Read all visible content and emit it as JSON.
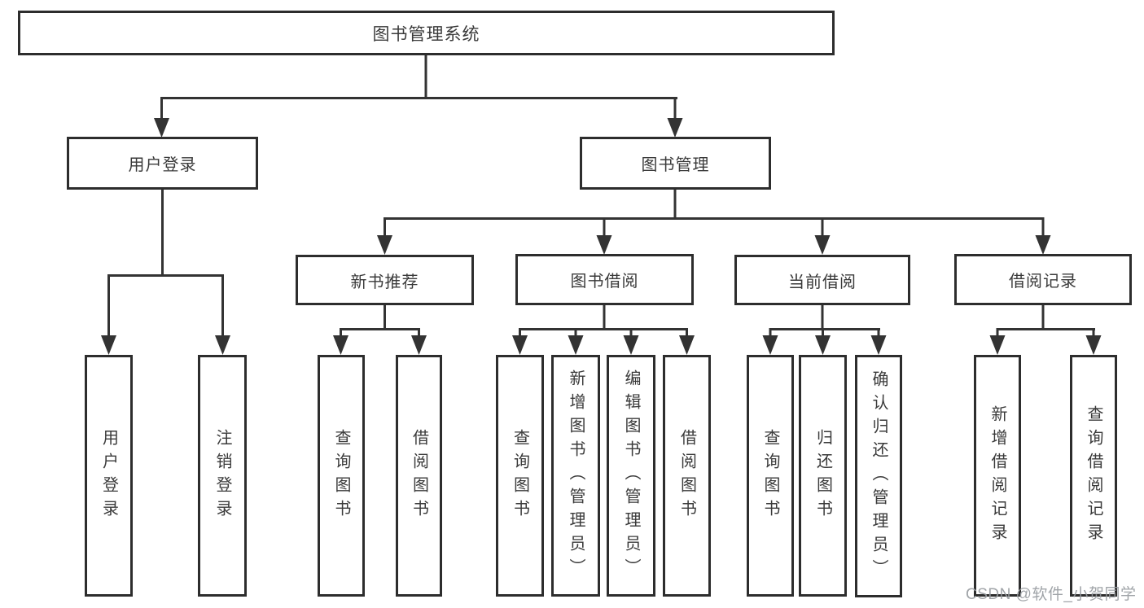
{
  "tree": {
    "root": {
      "label": "图书管理系统"
    },
    "branches": [
      {
        "label": "用户登录",
        "children": [
          {
            "label": "用户登录"
          },
          {
            "label": "注销登录"
          }
        ]
      },
      {
        "label": "图书管理",
        "groups": [
          {
            "label": "新书推荐",
            "children": [
              {
                "label": "查询图书"
              },
              {
                "label": "借阅图书"
              }
            ]
          },
          {
            "label": "图书借阅",
            "children": [
              {
                "label": "查询图书"
              },
              {
                "label": "新增图书（管理员）"
              },
              {
                "label": "编辑图书（管理员）"
              },
              {
                "label": "借阅图书"
              }
            ]
          },
          {
            "label": "当前借阅",
            "children": [
              {
                "label": "查询图书"
              },
              {
                "label": "归还图书"
              },
              {
                "label": "确认归还（管理员）"
              }
            ]
          },
          {
            "label": "借阅记录",
            "children": [
              {
                "label": "新增借阅记录"
              },
              {
                "label": "查询借阅记录"
              }
            ]
          }
        ]
      }
    ]
  },
  "watermark": {
    "text": "CSDN @软件_小贺同学"
  },
  "colors": {
    "line": "#333333",
    "border": "#2d2d2d",
    "text": "#3a3a3a",
    "watermark": "#989ca1",
    "background": "#ffffff"
  }
}
